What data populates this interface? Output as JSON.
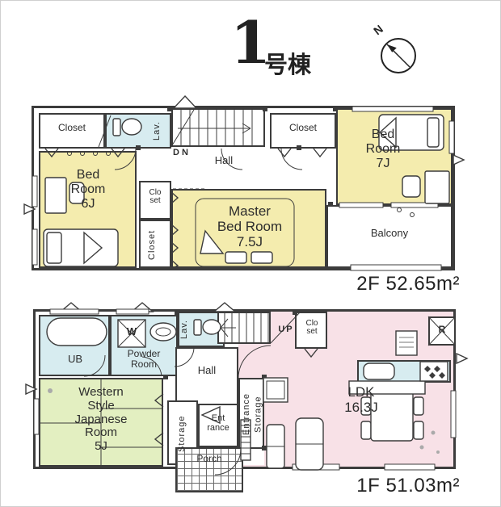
{
  "header": {
    "title_number": "1",
    "title_suffix": "号棟",
    "compass_label": "N"
  },
  "floor2": {
    "area_label": "2F 52.65m²",
    "closet_nw": "Closet",
    "lav": "Lav.",
    "stairs_dn": "DN",
    "hall": "Hall",
    "closet_n": "Closet",
    "bedroom7": "Bed\nRoom\n7J",
    "bedroom6": "Bed\nRoom\n6J",
    "closet_small": "Clo\nset",
    "closet_vertical": "Closet",
    "master_bedroom": "Master\nBed Room\n7.5J",
    "balcony": "Balcony"
  },
  "floor1": {
    "area_label": "1F 51.03m²",
    "ub": "UB",
    "washer": "W",
    "powder_room": "Powder\nRoom",
    "lav": "Lav.",
    "stairs_up": "UP",
    "closet": "Clo\nset",
    "hall": "Hall",
    "japanese_room": "Western\nStyle\nJapanese\nRoom\n5J",
    "storage": "Storage",
    "entrance": "Ent\nrance",
    "entrance_storage": "Entrance\nStorage",
    "porch": "Porch",
    "ldk": "LDK\n16.3J",
    "refrigerator": "R"
  },
  "colors": {
    "bedroom": "#f4ecae",
    "wet_area": "#d7ecf0",
    "ldk": "#f8e1e7",
    "tatami": "#e3efc1",
    "wall": "#3c3c3c"
  }
}
